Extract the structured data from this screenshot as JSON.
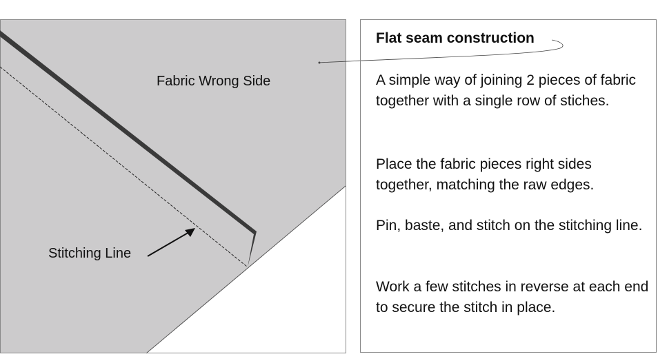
{
  "diagram": {
    "fabric_label": "Fabric Wrong Side",
    "stitching_label": "Stitching Line",
    "colors": {
      "fabric": "#cccbcc",
      "edge": "#3a3a3a",
      "outline": "#888888"
    }
  },
  "info": {
    "title": "Flat seam construction",
    "paragraphs": [
      "A simple way of joining 2 pieces of fabric together with a single row of stiches.",
      "Place the fabric pieces right sides together, matching the raw edges.",
      "Pin, baste, and stitch on the stitching line.",
      "Work a few stitches in reverse at each end to secure the stitch in place."
    ]
  }
}
